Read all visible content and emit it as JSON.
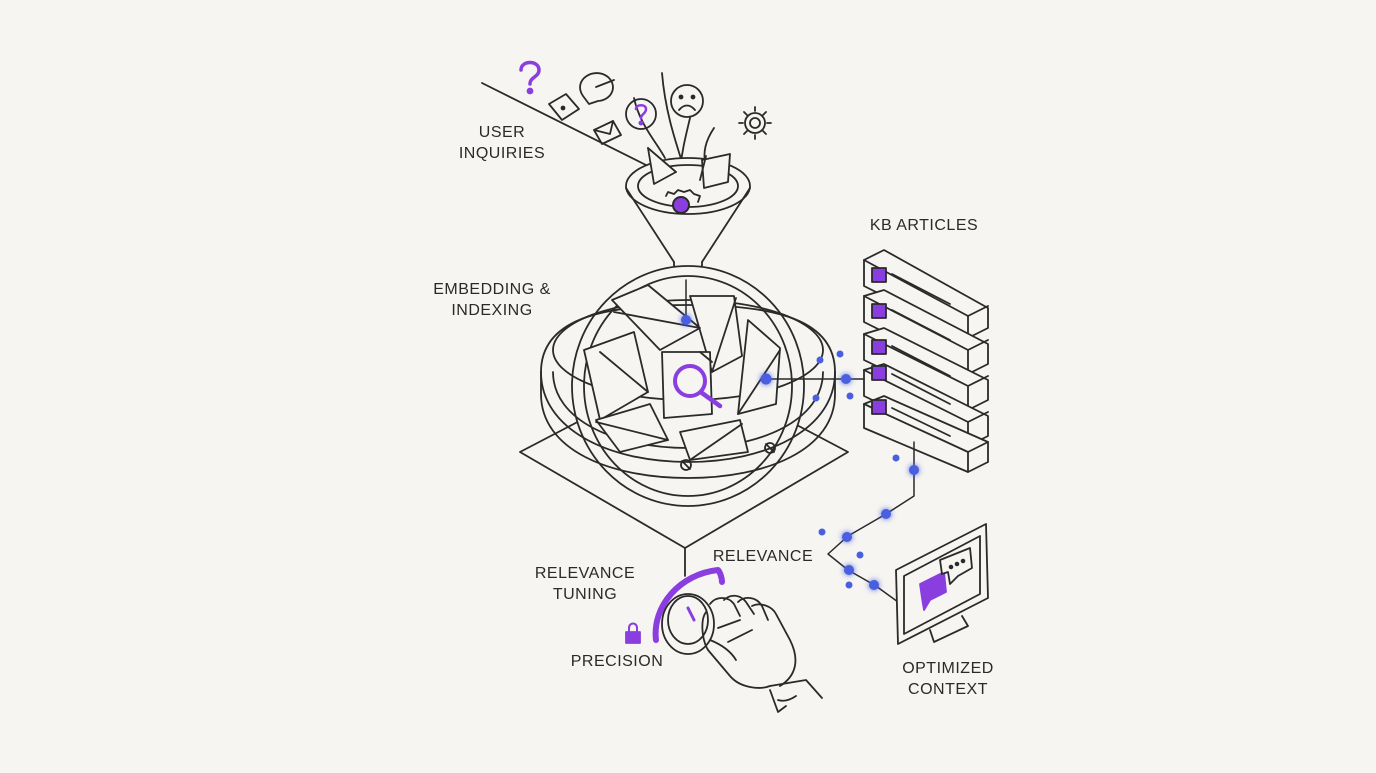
{
  "labels": {
    "user_inquiries": [
      "USER",
      "INQUIRIES"
    ],
    "embedding_indexing": [
      "EMBEDDING &",
      "INDEXING"
    ],
    "kb_articles": "KB ARTICLES",
    "relevance_tuning": [
      "RELEVANCE",
      "TUNING"
    ],
    "relevance": "RELEVANCE",
    "precision": "PRECISION",
    "optimized_context": [
      "OPTIMIZED",
      "CONTEXT"
    ]
  },
  "inquiry_icons": [
    "question-icon",
    "chat-bubble-icon",
    "question-circle-icon",
    "sad-face-icon",
    "gear-icon",
    "mail-icon",
    "document-icon"
  ],
  "colors": {
    "background": "#f6f5f1",
    "ink": "#2a2a2a",
    "accent_purple": "#8a3ee0",
    "node_blue": "#4a5fe0"
  }
}
